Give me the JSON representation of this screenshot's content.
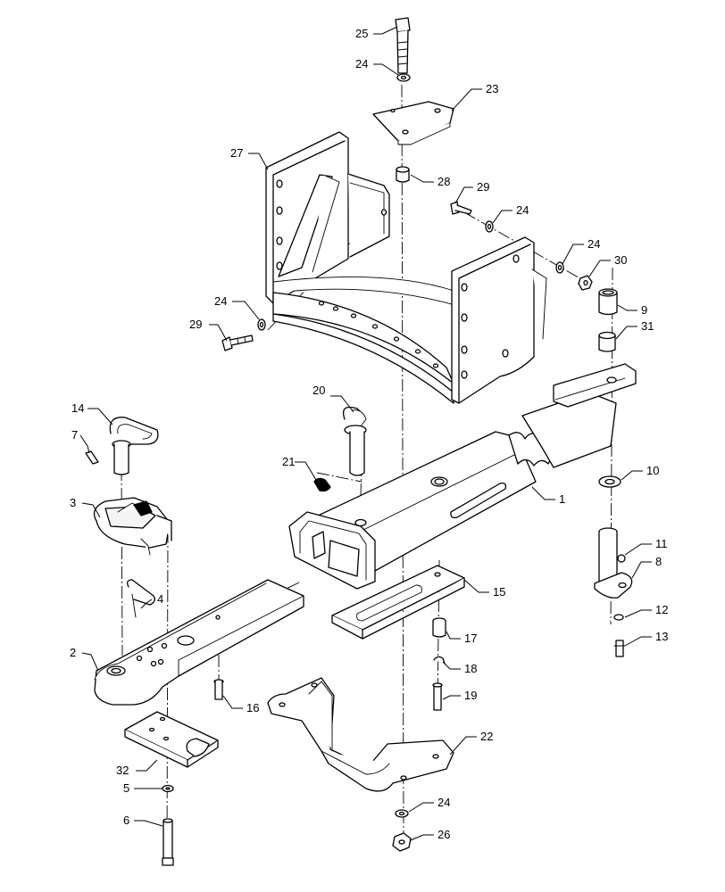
{
  "callouts": [
    {
      "id": "c25",
      "label": "25"
    },
    {
      "id": "c24a",
      "label": "24"
    },
    {
      "id": "c23",
      "label": "23"
    },
    {
      "id": "c27",
      "label": "27"
    },
    {
      "id": "c28",
      "label": "28"
    },
    {
      "id": "c29a",
      "label": "29"
    },
    {
      "id": "c24b",
      "label": "24"
    },
    {
      "id": "c24c",
      "label": "24"
    },
    {
      "id": "c30",
      "label": "30"
    },
    {
      "id": "c24d",
      "label": "24"
    },
    {
      "id": "c29b",
      "label": "29"
    },
    {
      "id": "c9",
      "label": "9"
    },
    {
      "id": "c31",
      "label": "31"
    },
    {
      "id": "c20",
      "label": "20"
    },
    {
      "id": "c14",
      "label": "14"
    },
    {
      "id": "c7",
      "label": "7"
    },
    {
      "id": "c21",
      "label": "21"
    },
    {
      "id": "c10",
      "label": "10"
    },
    {
      "id": "c1",
      "label": "1"
    },
    {
      "id": "c3",
      "label": "3"
    },
    {
      "id": "c11",
      "label": "11"
    },
    {
      "id": "c8",
      "label": "8"
    },
    {
      "id": "c15",
      "label": "15"
    },
    {
      "id": "c4",
      "label": "4"
    },
    {
      "id": "c12",
      "label": "12"
    },
    {
      "id": "c13",
      "label": "13"
    },
    {
      "id": "c17",
      "label": "17"
    },
    {
      "id": "c2",
      "label": "2"
    },
    {
      "id": "c18",
      "label": "18"
    },
    {
      "id": "c19",
      "label": "19"
    },
    {
      "id": "c16",
      "label": "16"
    },
    {
      "id": "c22",
      "label": "22"
    },
    {
      "id": "c32",
      "label": "32"
    },
    {
      "id": "c5",
      "label": "5"
    },
    {
      "id": "c24e",
      "label": "24"
    },
    {
      "id": "c6",
      "label": "6"
    },
    {
      "id": "c26",
      "label": "26"
    }
  ]
}
